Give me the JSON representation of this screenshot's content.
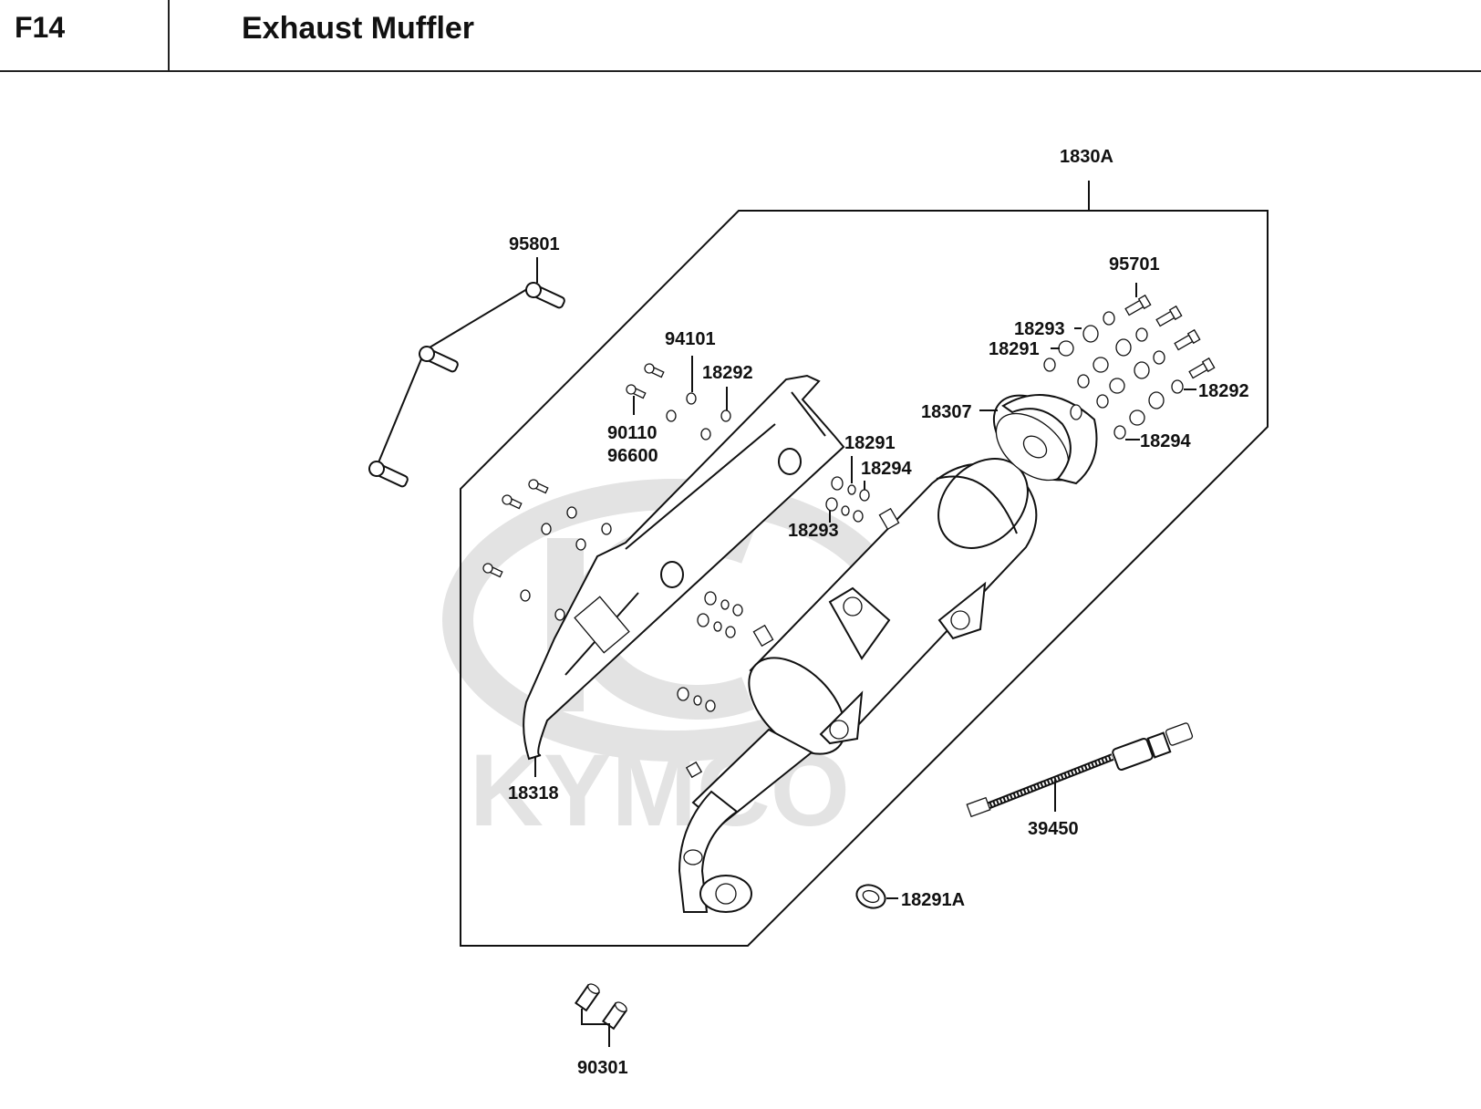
{
  "header": {
    "section_code": "F14",
    "title": "Exhaust Muffler"
  },
  "watermark": {
    "brand_text": "KYMCO",
    "logo": "kymco-logo-watermark"
  },
  "assembly": {
    "label": "1830A",
    "description": "muffler-assembly-group"
  },
  "callouts": [
    {
      "id": "c-95801",
      "part_no": "95801"
    },
    {
      "id": "c-94101",
      "part_no": "94101"
    },
    {
      "id": "c-18292-left",
      "part_no": "18292"
    },
    {
      "id": "c-90110",
      "part_no": "90110"
    },
    {
      "id": "c-96600",
      "part_no": "96600"
    },
    {
      "id": "c-18291-mid",
      "part_no": "18291"
    },
    {
      "id": "c-18294-mid",
      "part_no": "18294"
    },
    {
      "id": "c-18293-mid",
      "part_no": "18293"
    },
    {
      "id": "c-95701",
      "part_no": "95701"
    },
    {
      "id": "c-18293-right",
      "part_no": "18293"
    },
    {
      "id": "c-18291-right",
      "part_no": "18291"
    },
    {
      "id": "c-18307",
      "part_no": "18307"
    },
    {
      "id": "c-18292-right",
      "part_no": "18292"
    },
    {
      "id": "c-18294-right",
      "part_no": "18294"
    },
    {
      "id": "c-18318",
      "part_no": "18318"
    },
    {
      "id": "c-39450",
      "part_no": "39450"
    },
    {
      "id": "c-18291A",
      "part_no": "18291A"
    },
    {
      "id": "c-90301",
      "part_no": "90301"
    }
  ]
}
